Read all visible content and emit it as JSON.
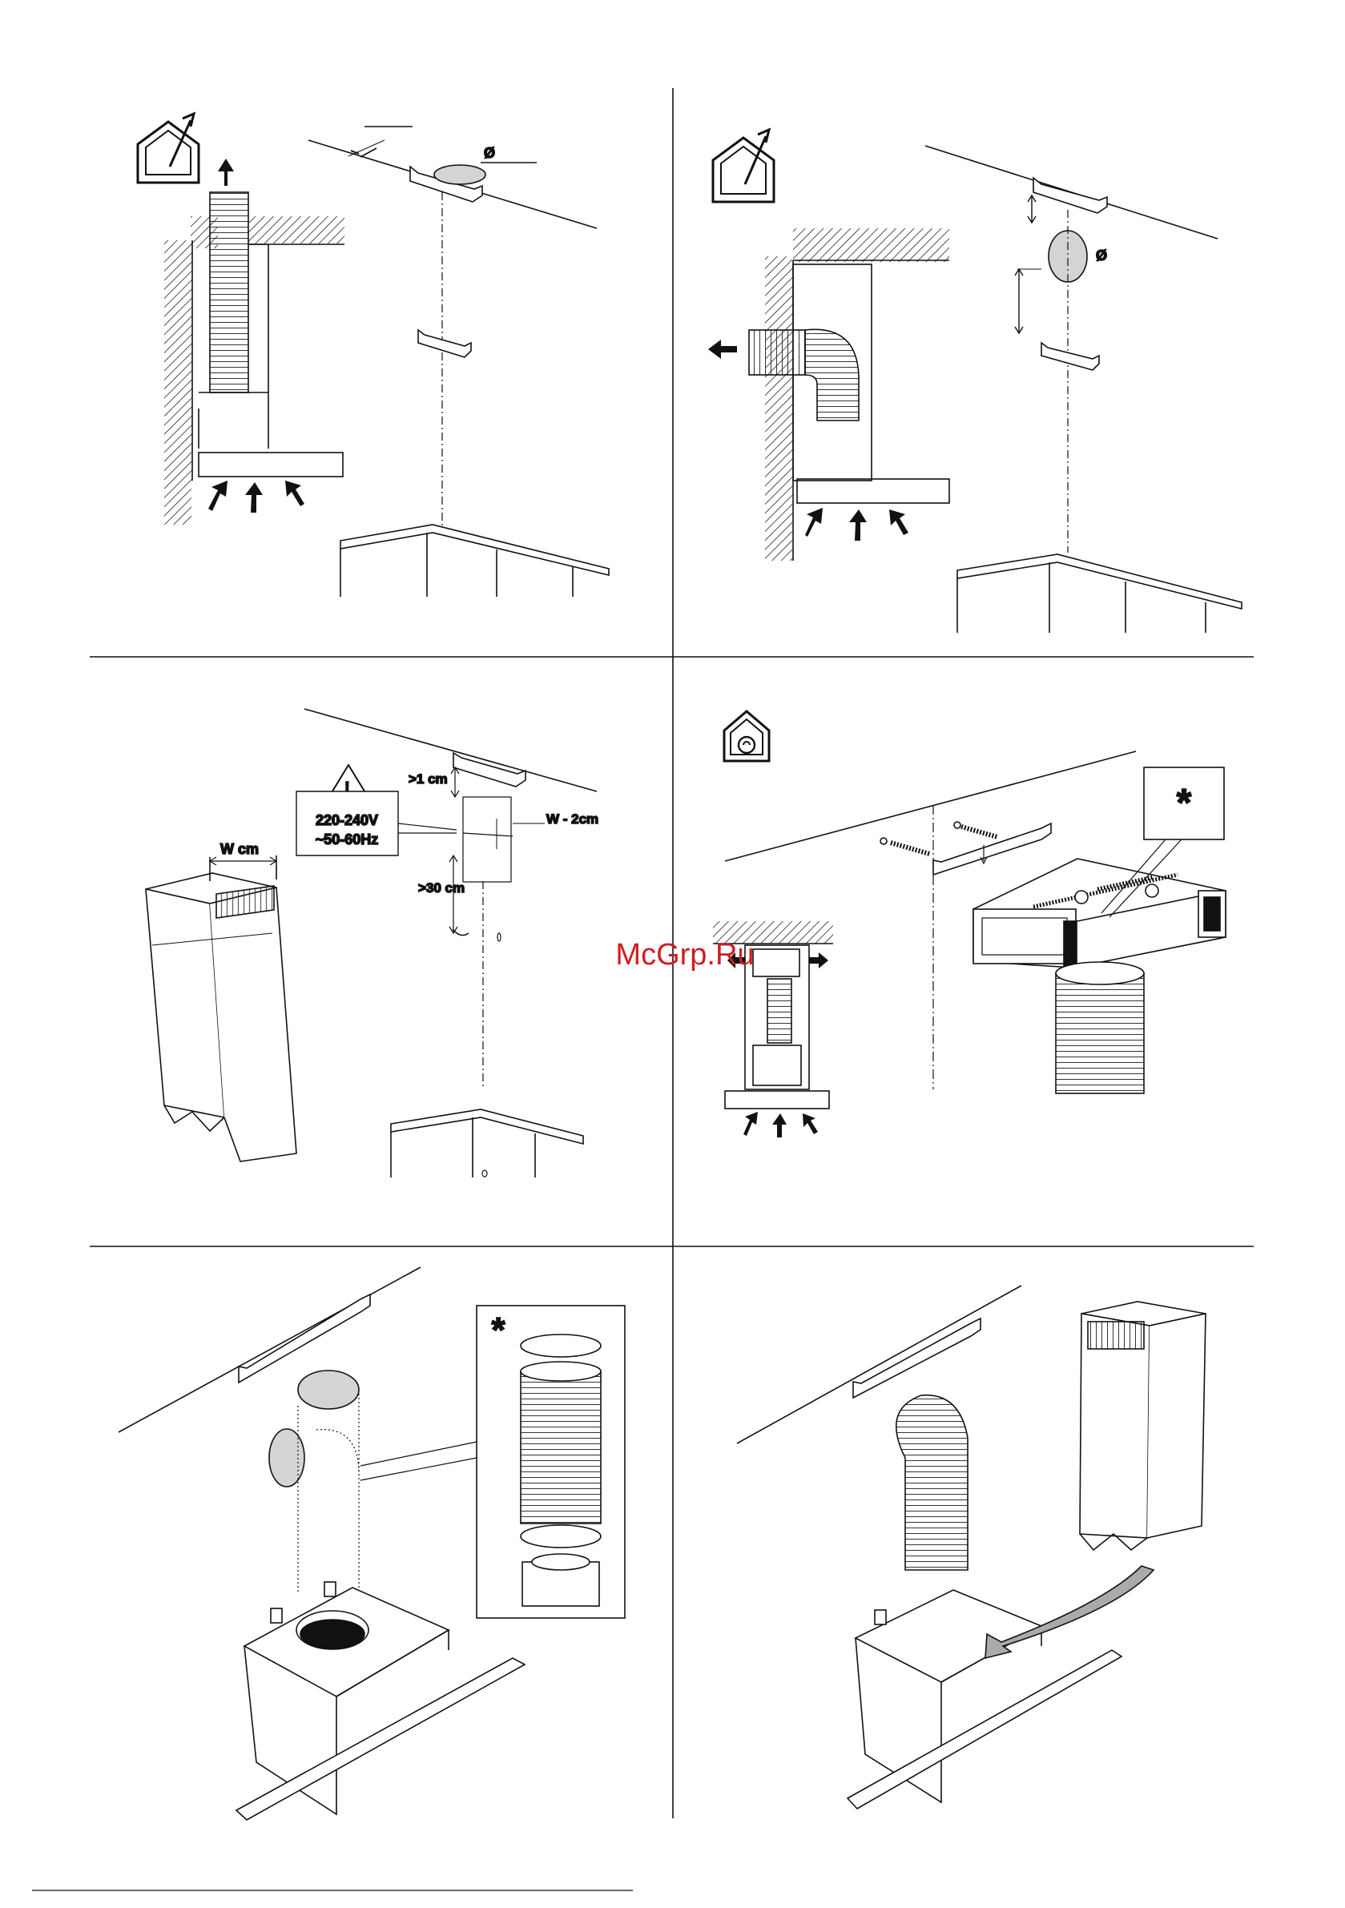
{
  "panels": {
    "p1": {
      "diameter_symbol": "Ø"
    },
    "p2": {
      "diameter_symbol": "Ø"
    },
    "p3": {
      "hood_width": "W cm",
      "gap_top": ">1 cm",
      "outlet_width": "W - 2cm",
      "gap_bottom": ">30 cm",
      "voltage": "220-240V",
      "frequency": "~50-60Hz",
      "warning_symbol": "!"
    },
    "p4": {
      "callout_symbol": "*"
    },
    "p5": {
      "callout_symbol": "*"
    }
  },
  "watermark": "McGrp.Ru"
}
